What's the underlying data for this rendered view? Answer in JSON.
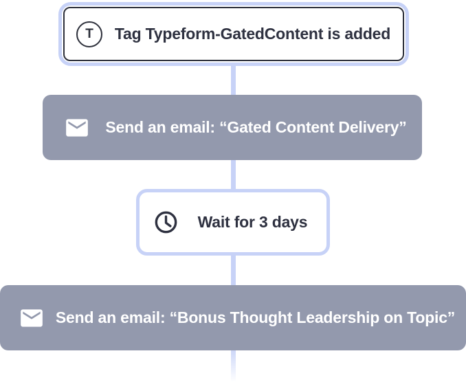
{
  "diagram": {
    "kind": "automation-workflow",
    "colors": {
      "connector": "#c7d2f7",
      "action_node_bg": "#9399ad",
      "dark_text": "#2e3140",
      "white_text": "#ffffff",
      "selected_ring": "#c7d2f7",
      "trigger_border": "#2c2f3a",
      "background": "#ffffff"
    },
    "nodes": [
      {
        "id": "trigger-tag-added",
        "type": "trigger",
        "icon": "typeform-tag-icon",
        "icon_letter": "T",
        "label": "Tag Typeform-GatedContent is added",
        "selected": true
      },
      {
        "id": "send-email-gated-content",
        "type": "email-action",
        "icon": "email-icon",
        "label": "Send an email: “Gated Content Delivery”"
      },
      {
        "id": "wait-3-days",
        "type": "wait",
        "icon": "clock-icon",
        "label": "Wait for 3 days"
      },
      {
        "id": "send-email-bonus-thought-leadership",
        "type": "email-action",
        "icon": "email-icon",
        "label": "Send an email: “Bonus Thought Leadership on Topic”"
      }
    ],
    "connectors": [
      {
        "from": "trigger-tag-added",
        "to": "send-email-gated-content"
      },
      {
        "from": "send-email-gated-content",
        "to": "wait-3-days"
      },
      {
        "from": "wait-3-days",
        "to": "send-email-bonus-thought-leadership"
      },
      {
        "from": "send-email-bonus-thought-leadership",
        "to": "next-step",
        "style": "fade-out"
      }
    ]
  }
}
